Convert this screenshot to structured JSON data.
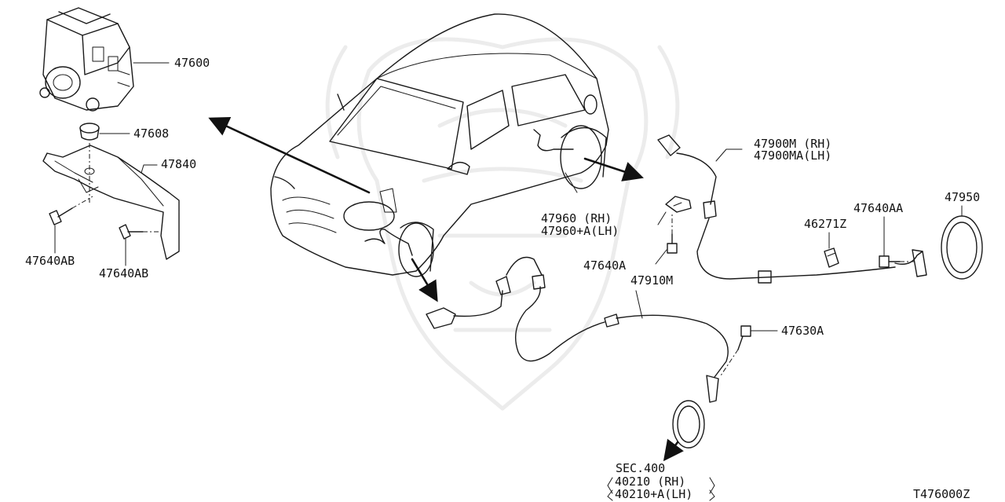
{
  "diagram_code": "T476000Z",
  "parts": {
    "p47600": "47600",
    "p47608": "47608",
    "p47840": "47840",
    "p47640ab_1": "47640AB",
    "p47640ab_2": "47640AB",
    "p47960_rh": "47960  (RH)",
    "p47960_lh": "47960+A(LH)",
    "p47640a": "47640A",
    "p47910m": "47910M",
    "p47630a": "47630A",
    "p47900m_rh": "47900M (RH)",
    "p47900ma_lh": "47900MA(LH)",
    "p46271z": "46271Z",
    "p47640aa": "47640AA",
    "p47950": "47950",
    "sec_ref": "SEC.400",
    "sec_40210_rh": "40210   (RH)",
    "sec_40210_lh": "40210+A(LH)"
  },
  "colors": {
    "line": "#1a1a1a",
    "watermark": "#ececec",
    "background": "#ffffff"
  }
}
